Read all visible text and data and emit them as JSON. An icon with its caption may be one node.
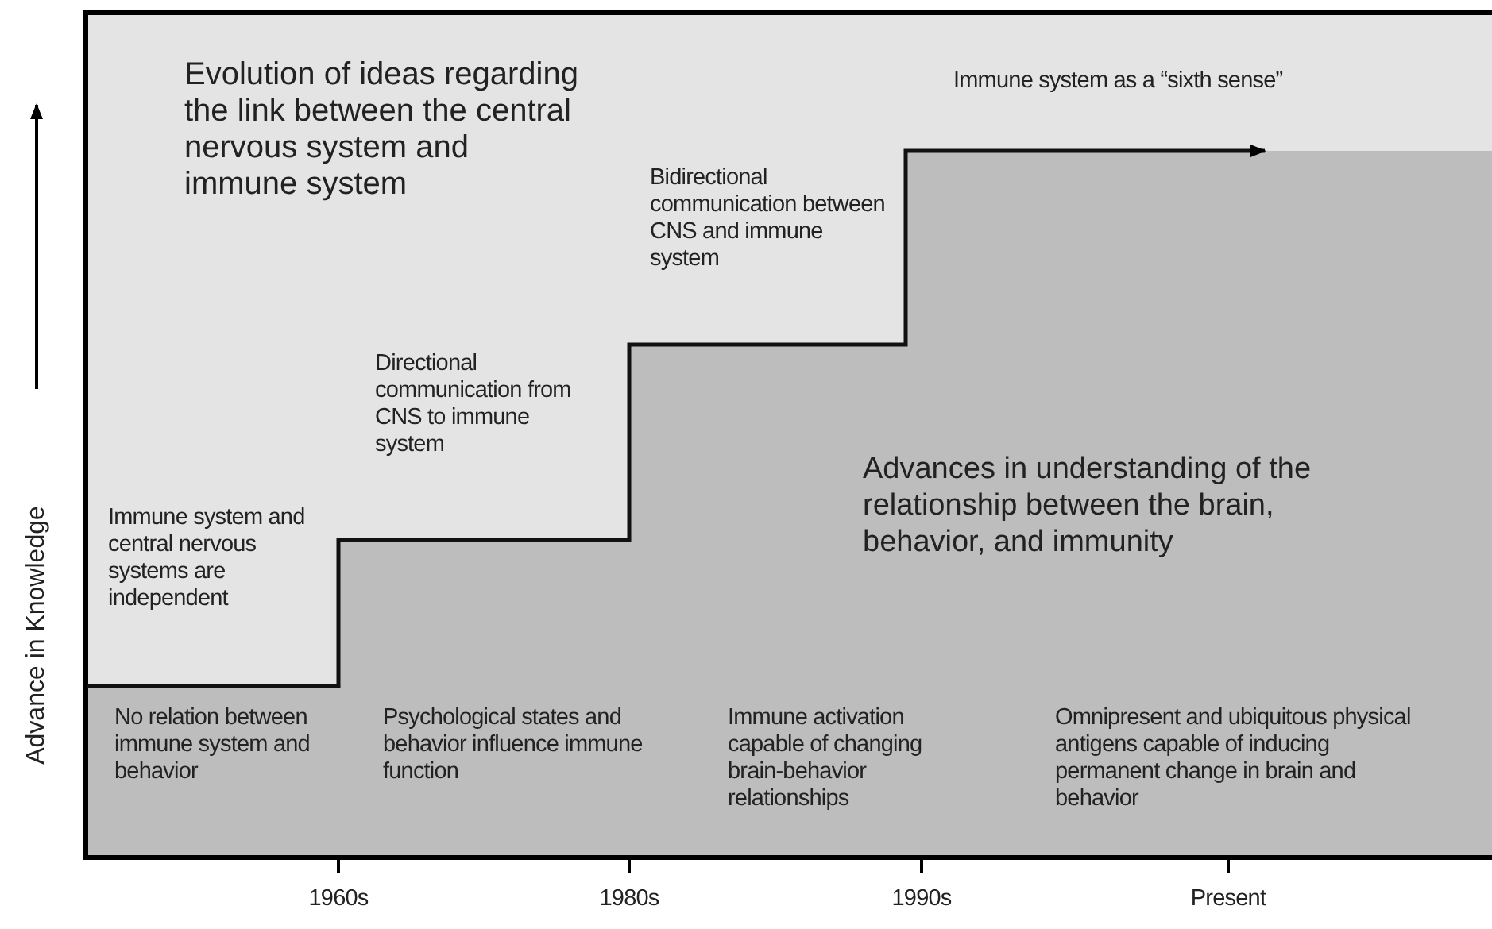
{
  "diagram": {
    "labels": [
      "Evolution of ideas regarding the link between the central nervous system and immune system",
      "Immune system as a “sixth sense”",
      "Bidirectional communication between CNS and immune system",
      "Directional communication from CNS to immune system",
      "Advances in understanding of the relationship between the brain, behavior, and immunity",
      "Immune system and central nervous systems are independent",
      "No relation between immune system and behavior",
      "Psychological states and behavior influence immune function",
      "Immune activation capable of changing brain-behavior relationships",
      "Omnipresent and ubiquitous physical antigens capable of inducing permanent change in brain and behavior",
      "Advance in Knowledge",
      "1960s",
      "1980s",
      "1990s",
      "Present"
    ]
  }
}
